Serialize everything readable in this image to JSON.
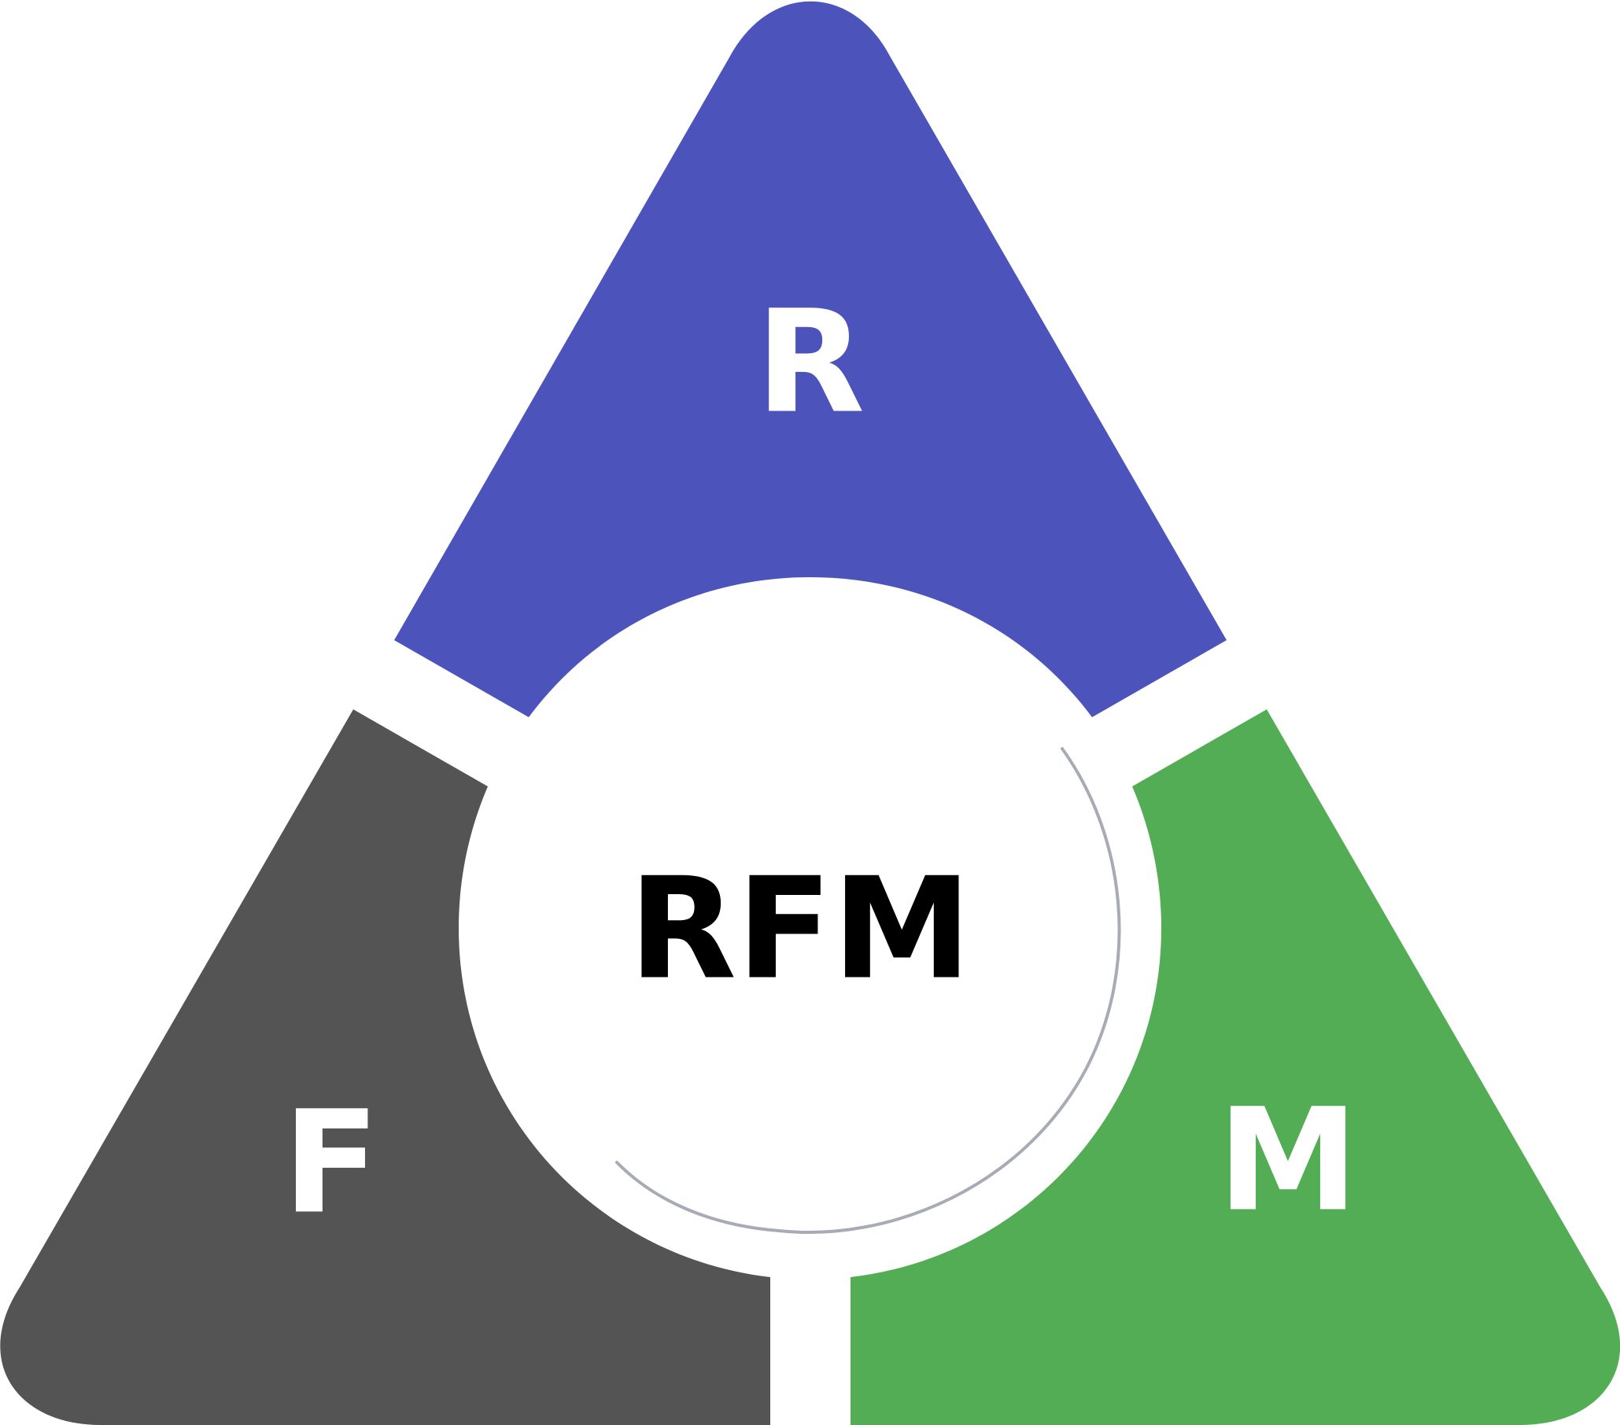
{
  "diagram": {
    "center_label": "RFM",
    "segments": [
      {
        "letter": "R",
        "color": "#4c54bc"
      },
      {
        "letter": "F",
        "color": "#545454"
      },
      {
        "letter": "M",
        "color": "#53ad55"
      }
    ],
    "center_color": "#ffffff",
    "shadow_color": "#a6abb5"
  }
}
